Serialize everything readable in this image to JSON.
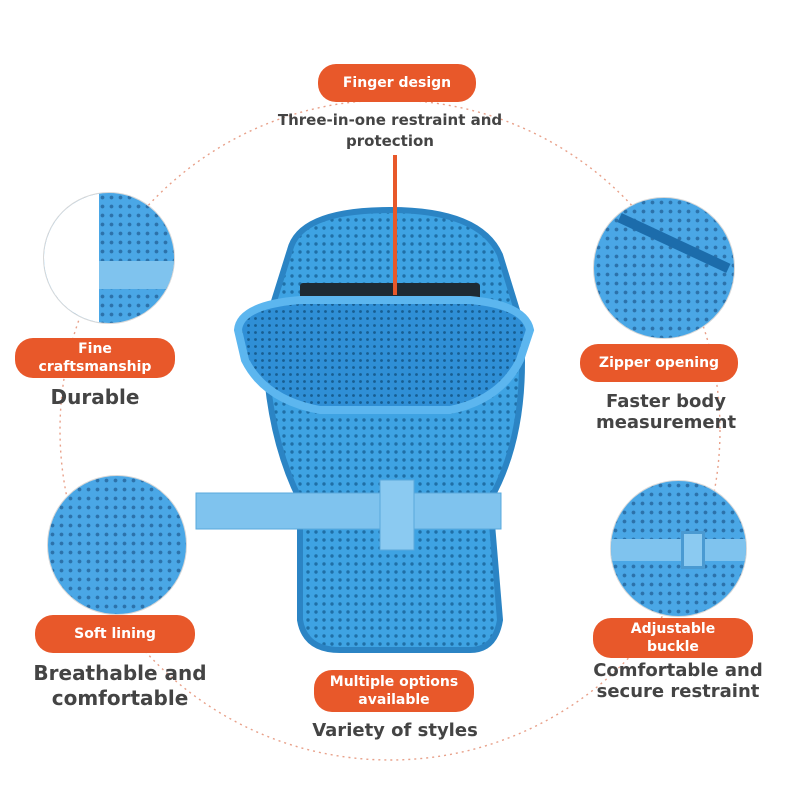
{
  "features": {
    "finger": {
      "label": "Finger design",
      "caption": "Three-in-one restraint and\nprotection"
    },
    "craft": {
      "label": "Fine\ncraftsmanship",
      "caption": "Durable"
    },
    "zipper": {
      "label": "Zipper opening",
      "caption": "Faster body measurement"
    },
    "lining": {
      "label": "Soft lining",
      "caption": "Breathable and\ncomfortable"
    },
    "buckle": {
      "label": "Adjustable\nbuckle",
      "caption": "Comfortable and\nsecure restraint"
    },
    "options": {
      "label": "Multiple options\navailable",
      "caption": "Variety of styles"
    }
  },
  "colors": {
    "accent": "#e8582a",
    "product": "#3ea3e3",
    "strap": "#7fc3ee",
    "text": "#444444"
  }
}
